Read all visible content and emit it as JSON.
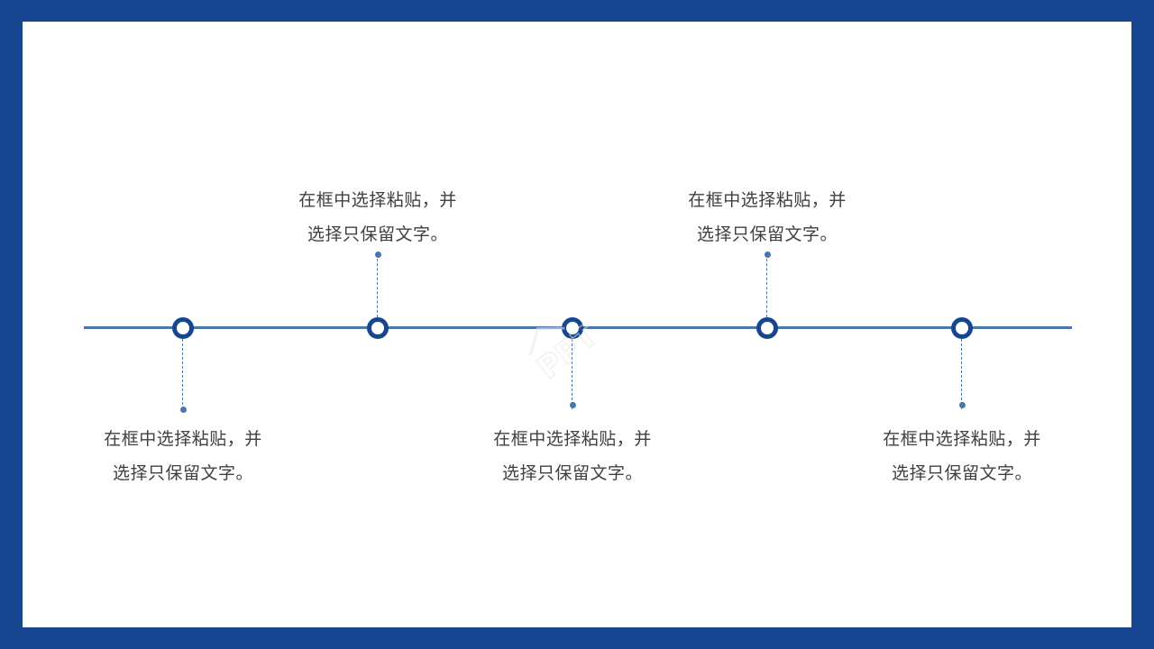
{
  "colors": {
    "frame": "#15468f",
    "axis": "#4a76ad",
    "node_ring": "#15468f",
    "text": "#404040",
    "background": "#ffffff"
  },
  "timeline": {
    "items": [
      {
        "position": "below",
        "line1": "在框中选择粘贴，并",
        "line2": "选择只保留文字。"
      },
      {
        "position": "above",
        "line1": "在框中选择粘贴，并",
        "line2": "选择只保留文字。"
      },
      {
        "position": "below",
        "line1": "在框中选择粘贴，并",
        "line2": "选择只保留文字。"
      },
      {
        "position": "above",
        "line1": "在框中选择粘贴，并",
        "line2": "选择只保留文字。"
      },
      {
        "position": "below",
        "line1": "在框中选择粘贴，并",
        "line2": "选择只保留文字。"
      }
    ]
  },
  "watermark": {
    "text": "PPT"
  }
}
